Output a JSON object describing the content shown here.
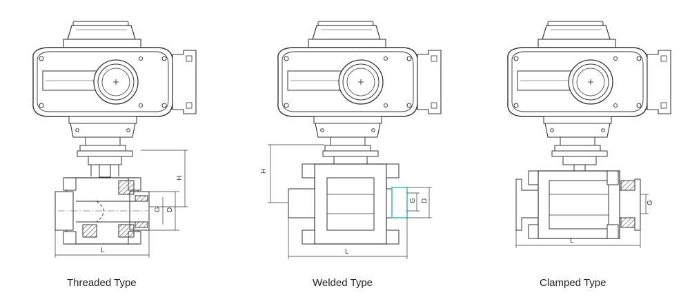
{
  "diagrams": [
    {
      "id": "threaded",
      "caption": "Threaded Type",
      "dims": {
        "height": "H",
        "bore": "G",
        "outer": "D",
        "length": "L"
      }
    },
    {
      "id": "welded",
      "caption": "Welded Type",
      "dims": {
        "height": "H",
        "bore": "G",
        "outer": "D",
        "length": "L"
      }
    },
    {
      "id": "clamped",
      "caption": "Clamped Type",
      "dims": {
        "length": "L",
        "bore": "G"
      }
    }
  ],
  "colors": {
    "line": "#333333",
    "hatch": "#555555",
    "pipe_accent": "#6cc7c2"
  }
}
